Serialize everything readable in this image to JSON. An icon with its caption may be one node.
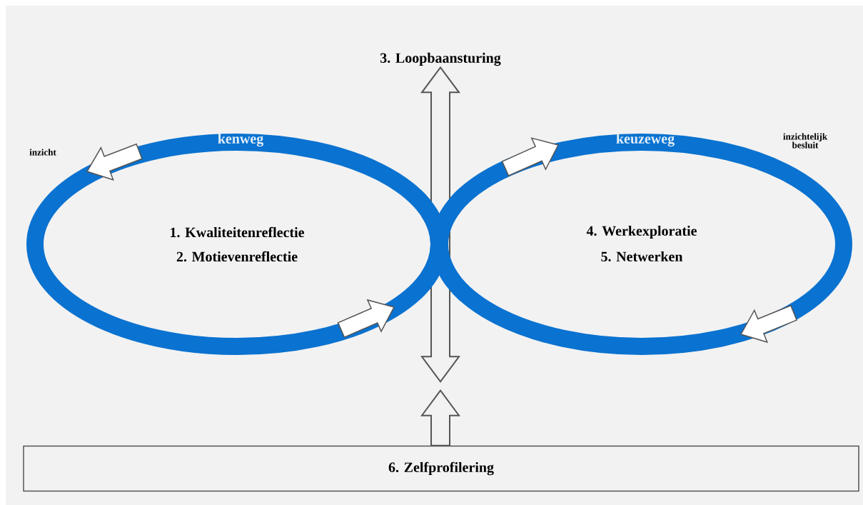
{
  "diagram": {
    "nodes": [
      {
        "text": [
          "3. Loopbaansturing"
        ]
      },
      {
        "text": [
          "kenweg",
          "1. Kwaliteitenreflectie",
          "2. Motievenreflectie"
        ]
      },
      {
        "text": [
          "keuzeweg",
          "4. Werkexploratie",
          "5. Netwerken"
        ]
      },
      {
        "text": [
          "6. Zelfprofilering"
        ]
      }
    ],
    "edges": [
      {
        "from": null,
        "to": 0,
        "arrow": "both"
      },
      {
        "from": 3,
        "to": null,
        "arrow": "to"
      }
    ],
    "labels": [
      "inzicht",
      "inzichtelijk besluit"
    ]
  }
}
